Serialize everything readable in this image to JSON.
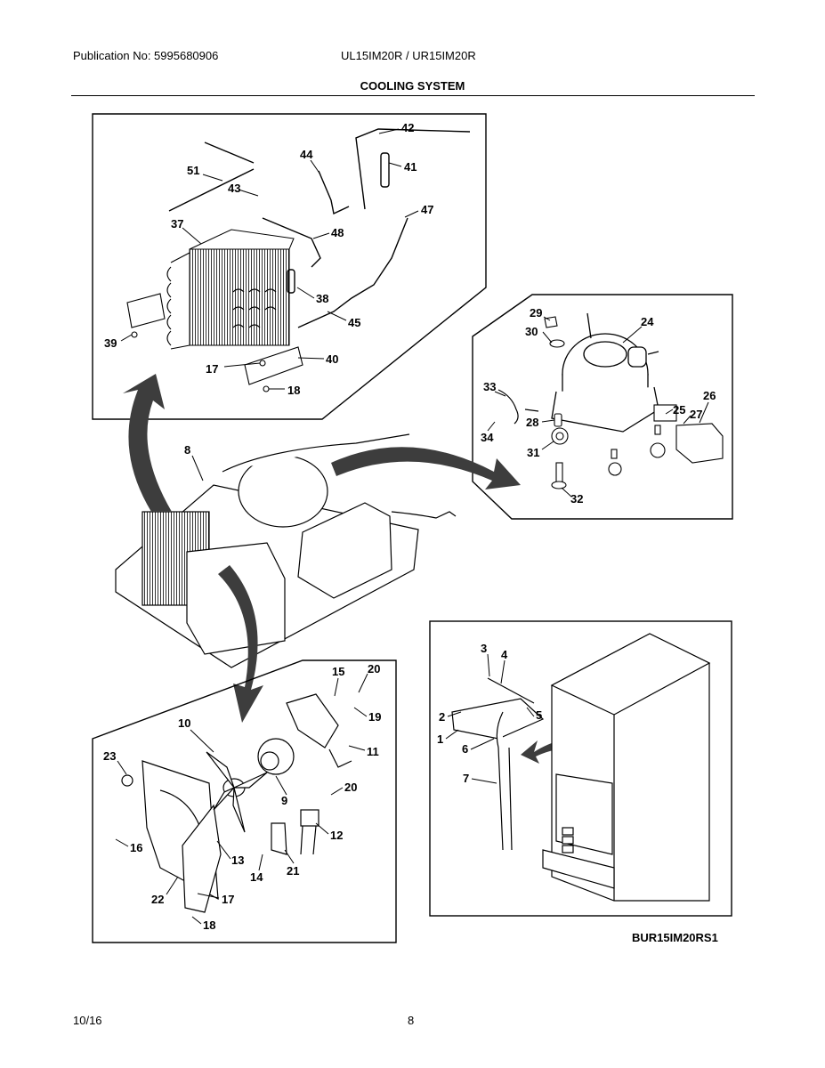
{
  "header": {
    "publication": "Publication No: 5995680906",
    "models": "UL15IM20R / UR15IM20R"
  },
  "title": "COOLING SYSTEM",
  "figure_code": "BUR15IM20RS1",
  "footer": {
    "date": "10/16",
    "page": "8"
  },
  "callouts": {
    "condenser": [
      "51",
      "43",
      "44",
      "42",
      "41",
      "47",
      "37",
      "48",
      "38",
      "45",
      "39",
      "17",
      "40",
      "18"
    ],
    "compressor": [
      "29",
      "30",
      "24",
      "33",
      "28",
      "34",
      "31",
      "32",
      "25",
      "27",
      "26"
    ],
    "center": [
      "8"
    ],
    "fan": [
      "15",
      "20",
      "19",
      "10",
      "11",
      "23",
      "9",
      "20",
      "16",
      "13",
      "12",
      "21",
      "14",
      "22",
      "17",
      "18"
    ],
    "cabinet": [
      "3",
      "4",
      "2",
      "5",
      "1",
      "6",
      "7"
    ]
  }
}
